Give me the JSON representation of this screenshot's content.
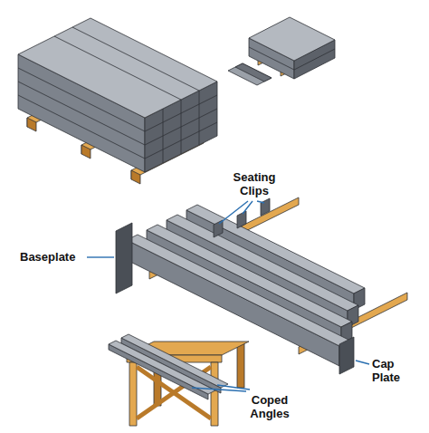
{
  "diagram": {
    "labels": [
      "Seating Clips",
      "Baseplate",
      "Cap Plate",
      "Coped Angles"
    ]
  }
}
